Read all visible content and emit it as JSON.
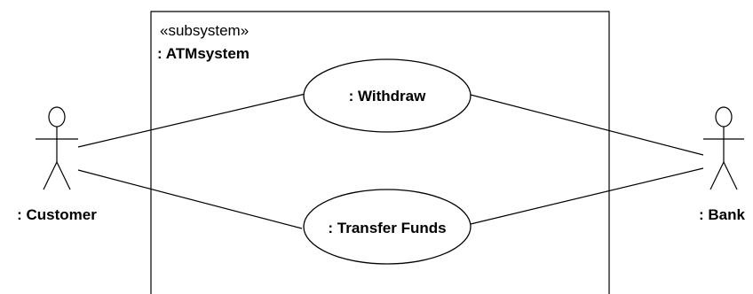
{
  "subsystem": {
    "stereotype": "«subsystem»",
    "name": ": ATMsystem"
  },
  "use_cases": [
    {
      "label": ": Withdraw"
    },
    {
      "label": ": Transfer Funds"
    }
  ],
  "actors": [
    {
      "label": ": Customer"
    },
    {
      "label": ": Bank"
    }
  ]
}
